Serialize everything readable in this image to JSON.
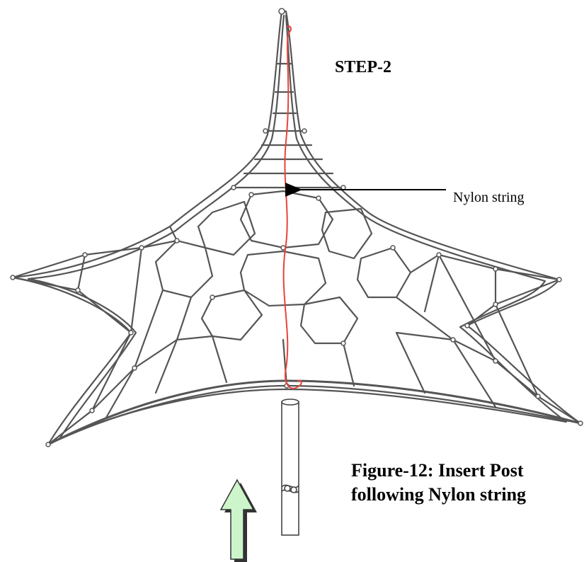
{
  "step_label": "STEP-2",
  "callout_label": "Nylon string",
  "figure_caption": {
    "line1": "Figure-12: Insert Post",
    "line2": "following Nylon string"
  },
  "colors": {
    "frame_stroke": "#555555",
    "frame_fill": "#ffffff",
    "nylon_string": "#e8443a",
    "arrow_fill": "#ccf5cc",
    "arrow_stroke": "#333333",
    "text": "#000000"
  },
  "icons": {
    "direction_arrow": "up-arrow-icon",
    "pointer_arrow": "left-arrow-icon"
  }
}
